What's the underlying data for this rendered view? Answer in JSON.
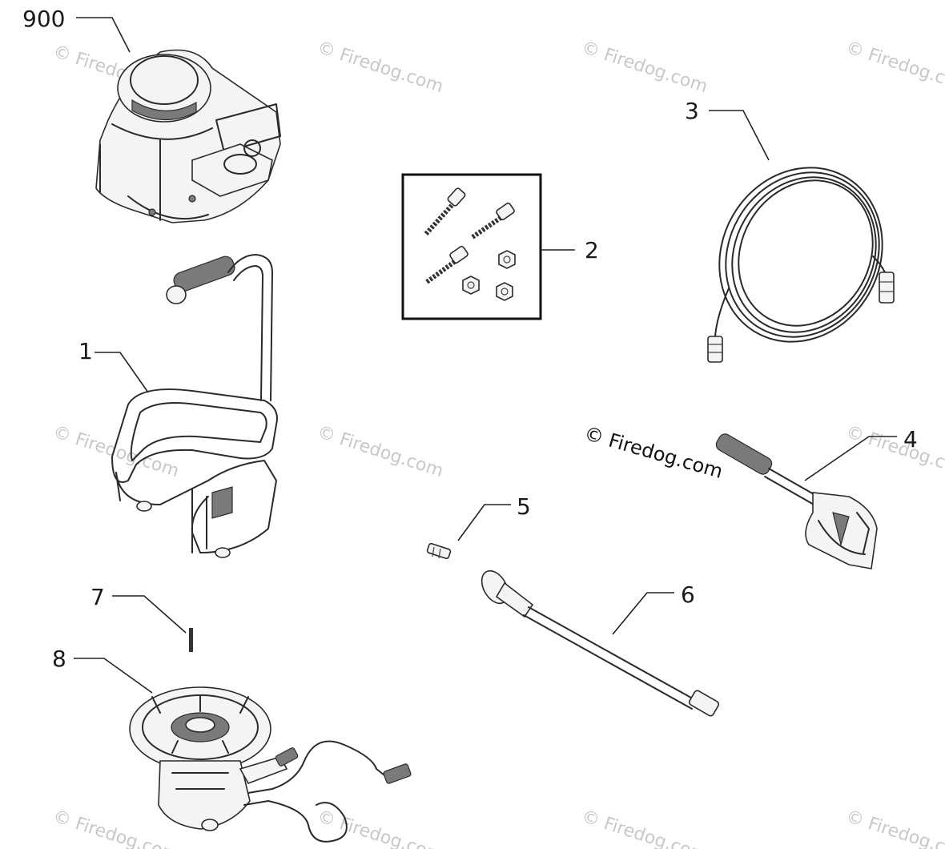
{
  "callouts": {
    "c900": "900",
    "c1": "1",
    "c2": "2",
    "c3": "3",
    "c4": "4",
    "c5": "5",
    "c6": "6",
    "c7": "7",
    "c8": "8"
  },
  "watermark": {
    "main": "© Firedog.com",
    "faint": "© Firedog.com"
  },
  "parts": {
    "engine": "engine-icon",
    "frame": "frame-icon",
    "hardware_kit": "bolt-kit-icon",
    "hose": "hose-icon",
    "gun": "spray-gun-icon",
    "nozzle": "nozzle-icon",
    "wand": "wand-icon",
    "pin": "pin-icon",
    "pump": "pump-icon"
  }
}
